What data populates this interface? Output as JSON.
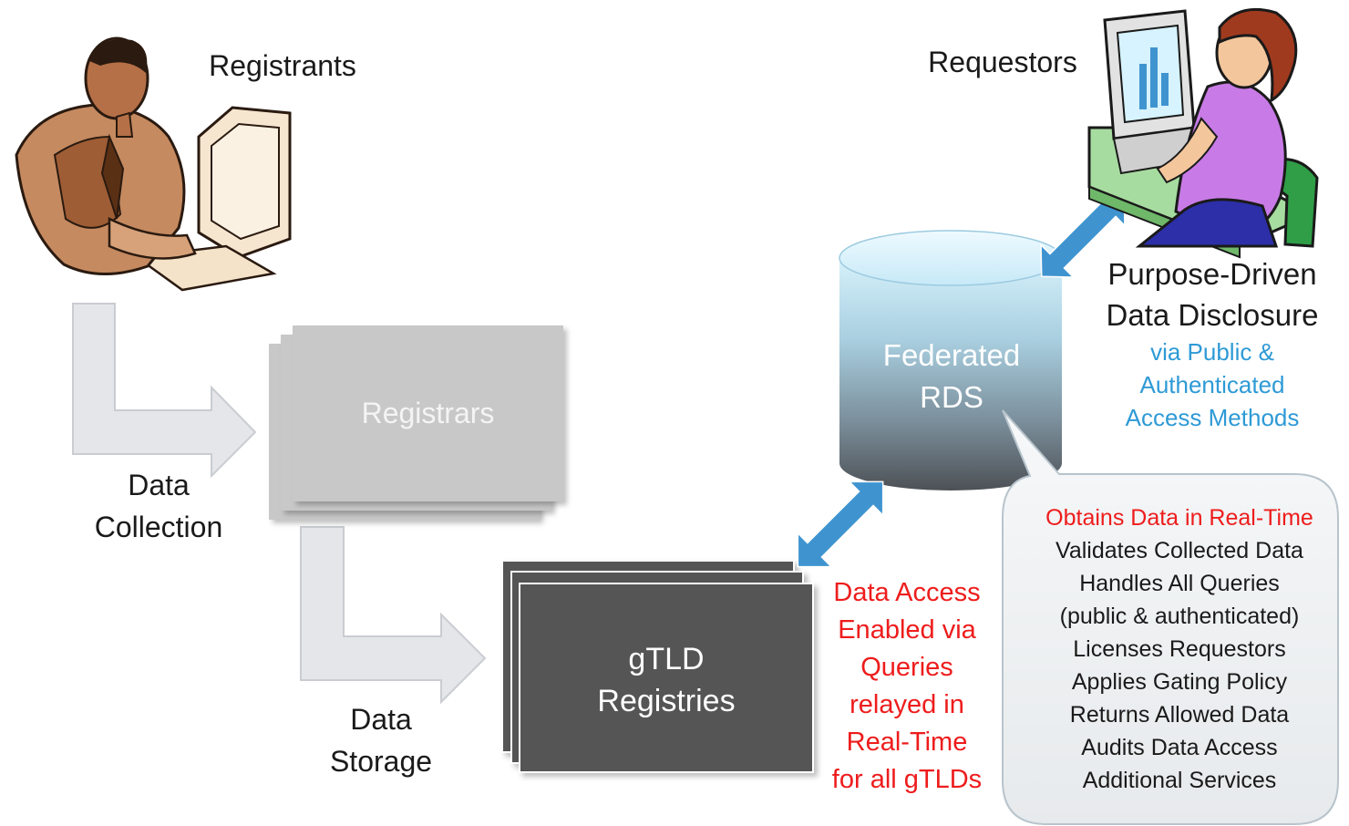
{
  "labels": {
    "registrants": "Registrants",
    "requestors": "Requestors",
    "registrars": "Registrars",
    "data_collection": [
      "Data",
      "Collection"
    ],
    "data_storage": [
      "Data",
      "Storage"
    ],
    "gtld_registries": [
      "gTLD",
      "Registries"
    ],
    "federated_rds": [
      "Federated",
      "RDS"
    ],
    "disclosure_title": [
      "Purpose-Driven",
      "Data Disclosure"
    ],
    "disclosure_sub": [
      "via Public &",
      "Authenticated",
      "Access Methods"
    ],
    "data_access": [
      "Data Access",
      "Enabled via",
      "Queries",
      "relayed in",
      "Real-Time",
      "for all gTLDs"
    ]
  },
  "callout": {
    "highlight": "Obtains Data in Real-Time",
    "items": [
      "Validates Collected Data",
      "Handles All Queries",
      "(public & authenticated)",
      "Licenses Requestors",
      "Applies Gating Policy",
      "Returns Allowed Data",
      "Audits Data Access",
      "Additional Services"
    ]
  },
  "colors": {
    "accent_red": "#ee1c1c",
    "accent_blue": "#2e9ad6",
    "arrow_blue": "#3f94d0",
    "registrars_fill": "#c8c8c8",
    "registries_fill": "#555555",
    "callout_fill": "#eef1f3",
    "flow_arrow_fill": "#e4e6ea"
  },
  "icons": {
    "registrant": "man-at-computer-clipart",
    "requestor": "woman-at-computer-clipart"
  }
}
